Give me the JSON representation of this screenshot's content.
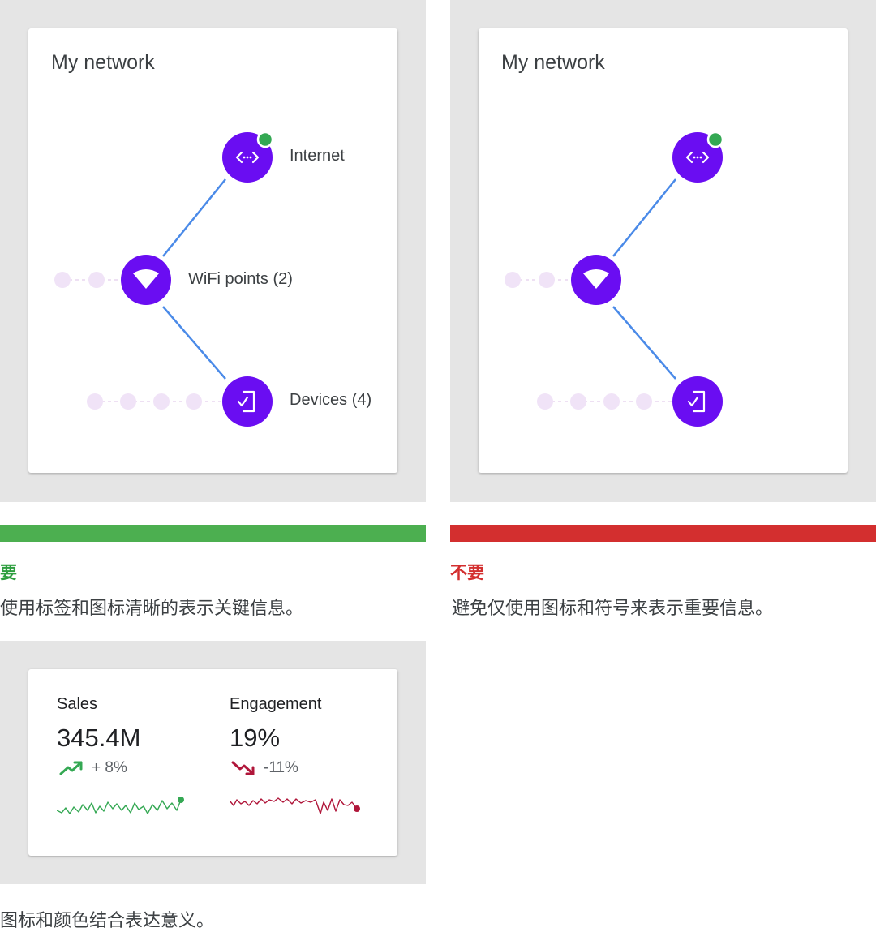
{
  "colors": {
    "node": "#6a0df2",
    "link": "#4a8ae8",
    "status_online": "#34a853",
    "trail": "#f0e3f7",
    "do": "#4caf50",
    "dont": "#d32f2f",
    "up": "#34a853",
    "down": "#b0163a"
  },
  "do_example": {
    "card": {
      "title": "My network",
      "nodes": {
        "internet": {
          "label": "Internet",
          "icon": "code-icon"
        },
        "wifi": {
          "label": "WiFi points (2)",
          "icon": "wifi-icon"
        },
        "devices": {
          "label": "Devices (4)",
          "icon": "device-check-icon"
        }
      }
    },
    "verdict": "要",
    "description": "使用标签和图标清晰的表示关键信息。"
  },
  "dont_example": {
    "card": {
      "title": "My network",
      "nodes": {
        "internet": {
          "icon": "code-icon"
        },
        "wifi": {
          "icon": "wifi-icon"
        },
        "devices": {
          "icon": "device-check-icon"
        }
      }
    },
    "verdict": "不要",
    "description": "避免仅使用图标和符号来表示重要信息。"
  },
  "metrics_example": {
    "metrics": [
      {
        "label": "Sales",
        "value": "345.4M",
        "delta": "+ 8%",
        "trend": "up",
        "icon": "trending-up-icon"
      },
      {
        "label": "Engagement",
        "value": "19%",
        "delta": "-11%",
        "trend": "down",
        "icon": "trending-down-icon"
      }
    ],
    "description": "图标和颜色结合表达意义。"
  }
}
